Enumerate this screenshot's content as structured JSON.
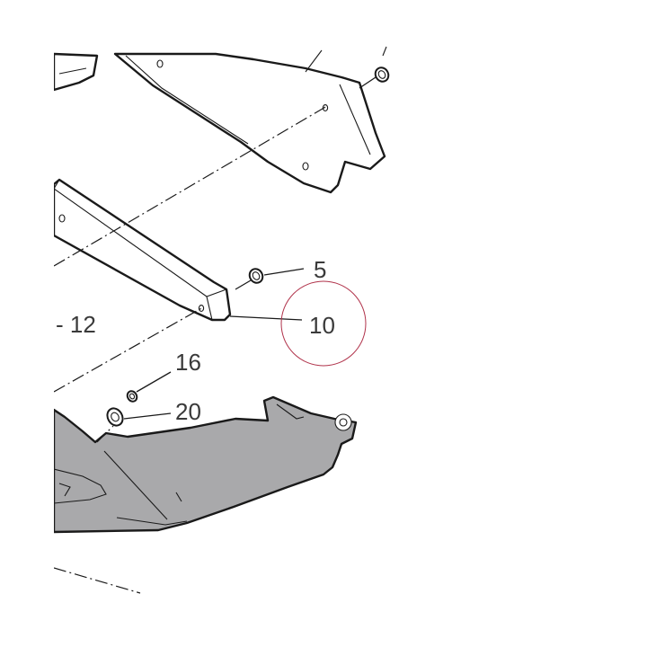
{
  "callouts": {
    "part_5": "5",
    "part_10": "10",
    "part_12": "- 12",
    "part_16": "16",
    "part_20": "20"
  },
  "highlight": {
    "target": "10",
    "color": "#b0324a"
  },
  "colors": {
    "line": "#1a1a1a",
    "part_fill": "#ffffff",
    "dark_part_fill": "#a9a9ab",
    "text": "#3a3a3a"
  }
}
